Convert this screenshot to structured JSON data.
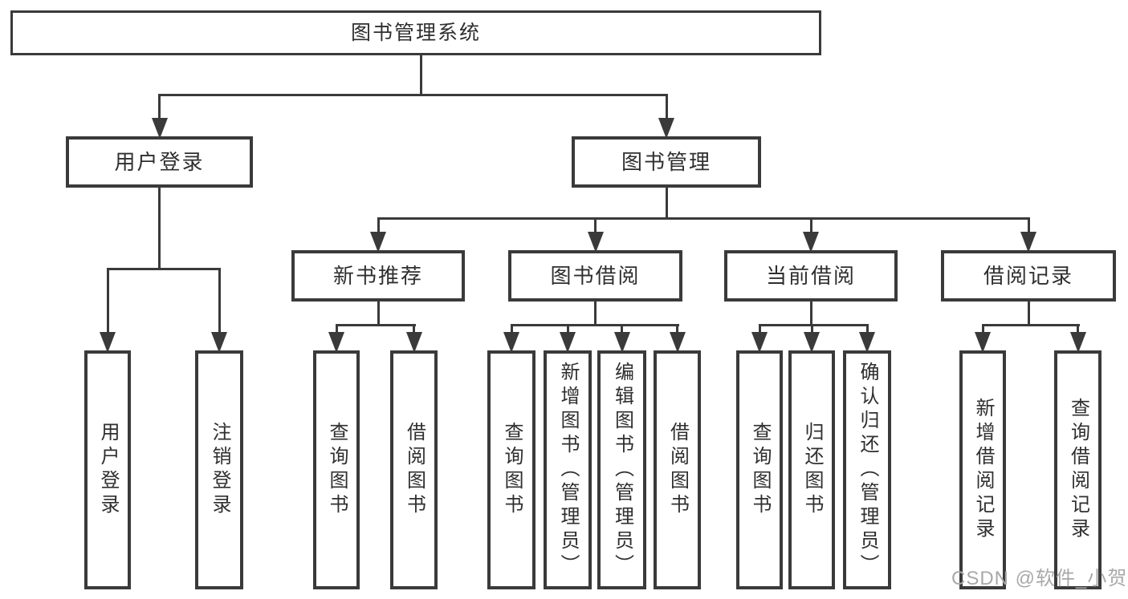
{
  "diagram_title": "图书管理系统",
  "nodes": [
    {
      "id": "system",
      "label": "图书管理系统",
      "shape": "horizontal",
      "parent": null
    },
    {
      "id": "user-login",
      "label": "用户登录",
      "shape": "horizontal",
      "parent": "system"
    },
    {
      "id": "book-mgmt",
      "label": "图书管理",
      "shape": "horizontal",
      "parent": "system"
    },
    {
      "id": "login",
      "label": "用户登录",
      "shape": "vertical",
      "parent": "user-login"
    },
    {
      "id": "logout",
      "label": "注销登录",
      "shape": "vertical",
      "parent": "user-login"
    },
    {
      "id": "new-book-rec",
      "label": "新书推荐",
      "shape": "horizontal",
      "parent": "book-mgmt"
    },
    {
      "id": "book-borrow",
      "label": "图书借阅",
      "shape": "horizontal",
      "parent": "book-mgmt"
    },
    {
      "id": "current-borrow",
      "label": "当前借阅",
      "shape": "horizontal",
      "parent": "book-mgmt"
    },
    {
      "id": "borrow-records",
      "label": "借阅记录",
      "shape": "horizontal",
      "parent": "book-mgmt"
    },
    {
      "id": "nb-query-book",
      "label": "查询图书",
      "shape": "vertical",
      "parent": "new-book-rec"
    },
    {
      "id": "nb-borrow-book",
      "label": "借阅图书",
      "shape": "vertical",
      "parent": "new-book-rec"
    },
    {
      "id": "bb-query-book",
      "label": "查询图书",
      "shape": "vertical",
      "parent": "book-borrow"
    },
    {
      "id": "bb-add-book",
      "label": "新增图书（管理员）",
      "shape": "vertical",
      "parent": "book-borrow"
    },
    {
      "id": "bb-edit-book",
      "label": "编辑图书（管理员）",
      "shape": "vertical",
      "parent": "book-borrow"
    },
    {
      "id": "bb-borrow-book",
      "label": "借阅图书",
      "shape": "vertical",
      "parent": "book-borrow"
    },
    {
      "id": "cb-query-book",
      "label": "查询图书",
      "shape": "vertical",
      "parent": "current-borrow"
    },
    {
      "id": "cb-return-book",
      "label": "归还图书",
      "shape": "vertical",
      "parent": "current-borrow"
    },
    {
      "id": "cb-confirm-return",
      "label": "确认归还（管理员）",
      "shape": "vertical",
      "parent": "current-borrow"
    },
    {
      "id": "br-add-record",
      "label": "新增借阅记录",
      "shape": "vertical",
      "parent": "borrow-records"
    },
    {
      "id": "br-query-record",
      "label": "查询借阅记录",
      "shape": "vertical",
      "parent": "borrow-records"
    }
  ],
  "watermark": {
    "text": "CSDN @软件_小贺同学"
  },
  "colors": {
    "line": "#3a3a3a",
    "text": "#2f2f2f",
    "box_bg": "#ffffff",
    "background": "#ffffff",
    "watermark": "#a9a9a9"
  }
}
